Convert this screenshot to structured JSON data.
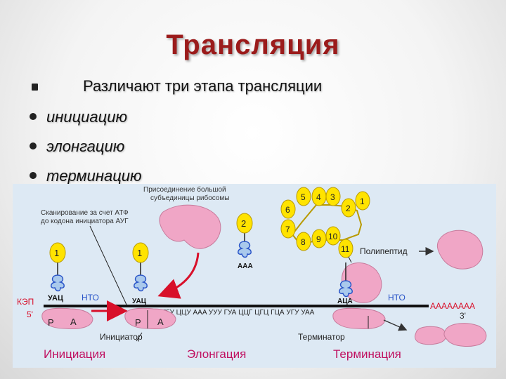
{
  "title": "Трансляция",
  "intro": "Различают три этапа трансляции",
  "stages_list": [
    "инициацию",
    "элонгацию",
    "терминацию"
  ],
  "diagram": {
    "label_scan": [
      "Сканирование за счет АТФ",
      "до кодона инициатора АУГ"
    ],
    "label_join": [
      "Присоединение большой",
      "субъединицы рибосомы"
    ],
    "label_polypeptide": "Полипептид",
    "label_cap": "КЭП",
    "label_5prime": "5'",
    "label_3prime": "3'",
    "label_polyA": "AAAAAAAA",
    "label_nto_left": "НТО",
    "label_nto_right": "НТО",
    "label_initiator": "Инициатор",
    "label_terminator": "Терминатор",
    "anticodon_1": "УАЦ",
    "anticodon_2": "УАЦ",
    "anticodon_3": "AAA",
    "anticodon_4": "АЦА",
    "site_p1": "P",
    "site_a1": "A",
    "site_p2": "P",
    "site_a2": "A",
    "mrna_sequence": "АУГ УУУ ГГУ ЦЦУ AAA УУУ ГУА ЦЦГ ЦГЦ ГЦА УГУ УАА",
    "trna_1": "1",
    "trna_2": "1",
    "trna_3": "2",
    "chain_numbers": [
      "1",
      "2",
      "3",
      "4",
      "5",
      "6",
      "7",
      "8",
      "9",
      "10",
      "11"
    ],
    "stage_initiation": "Инициация",
    "stage_elongation": "Элонгация",
    "stage_termination": "Терминация"
  },
  "colors": {
    "title": "#9b1b1b",
    "panel_bg": "#dde9f4",
    "ribosome": "#f0a6c6",
    "trna_ball": "#ffe300",
    "stage_label": "#c01060",
    "nto": "#2a55c8",
    "arrow_red": "#d8102a"
  }
}
